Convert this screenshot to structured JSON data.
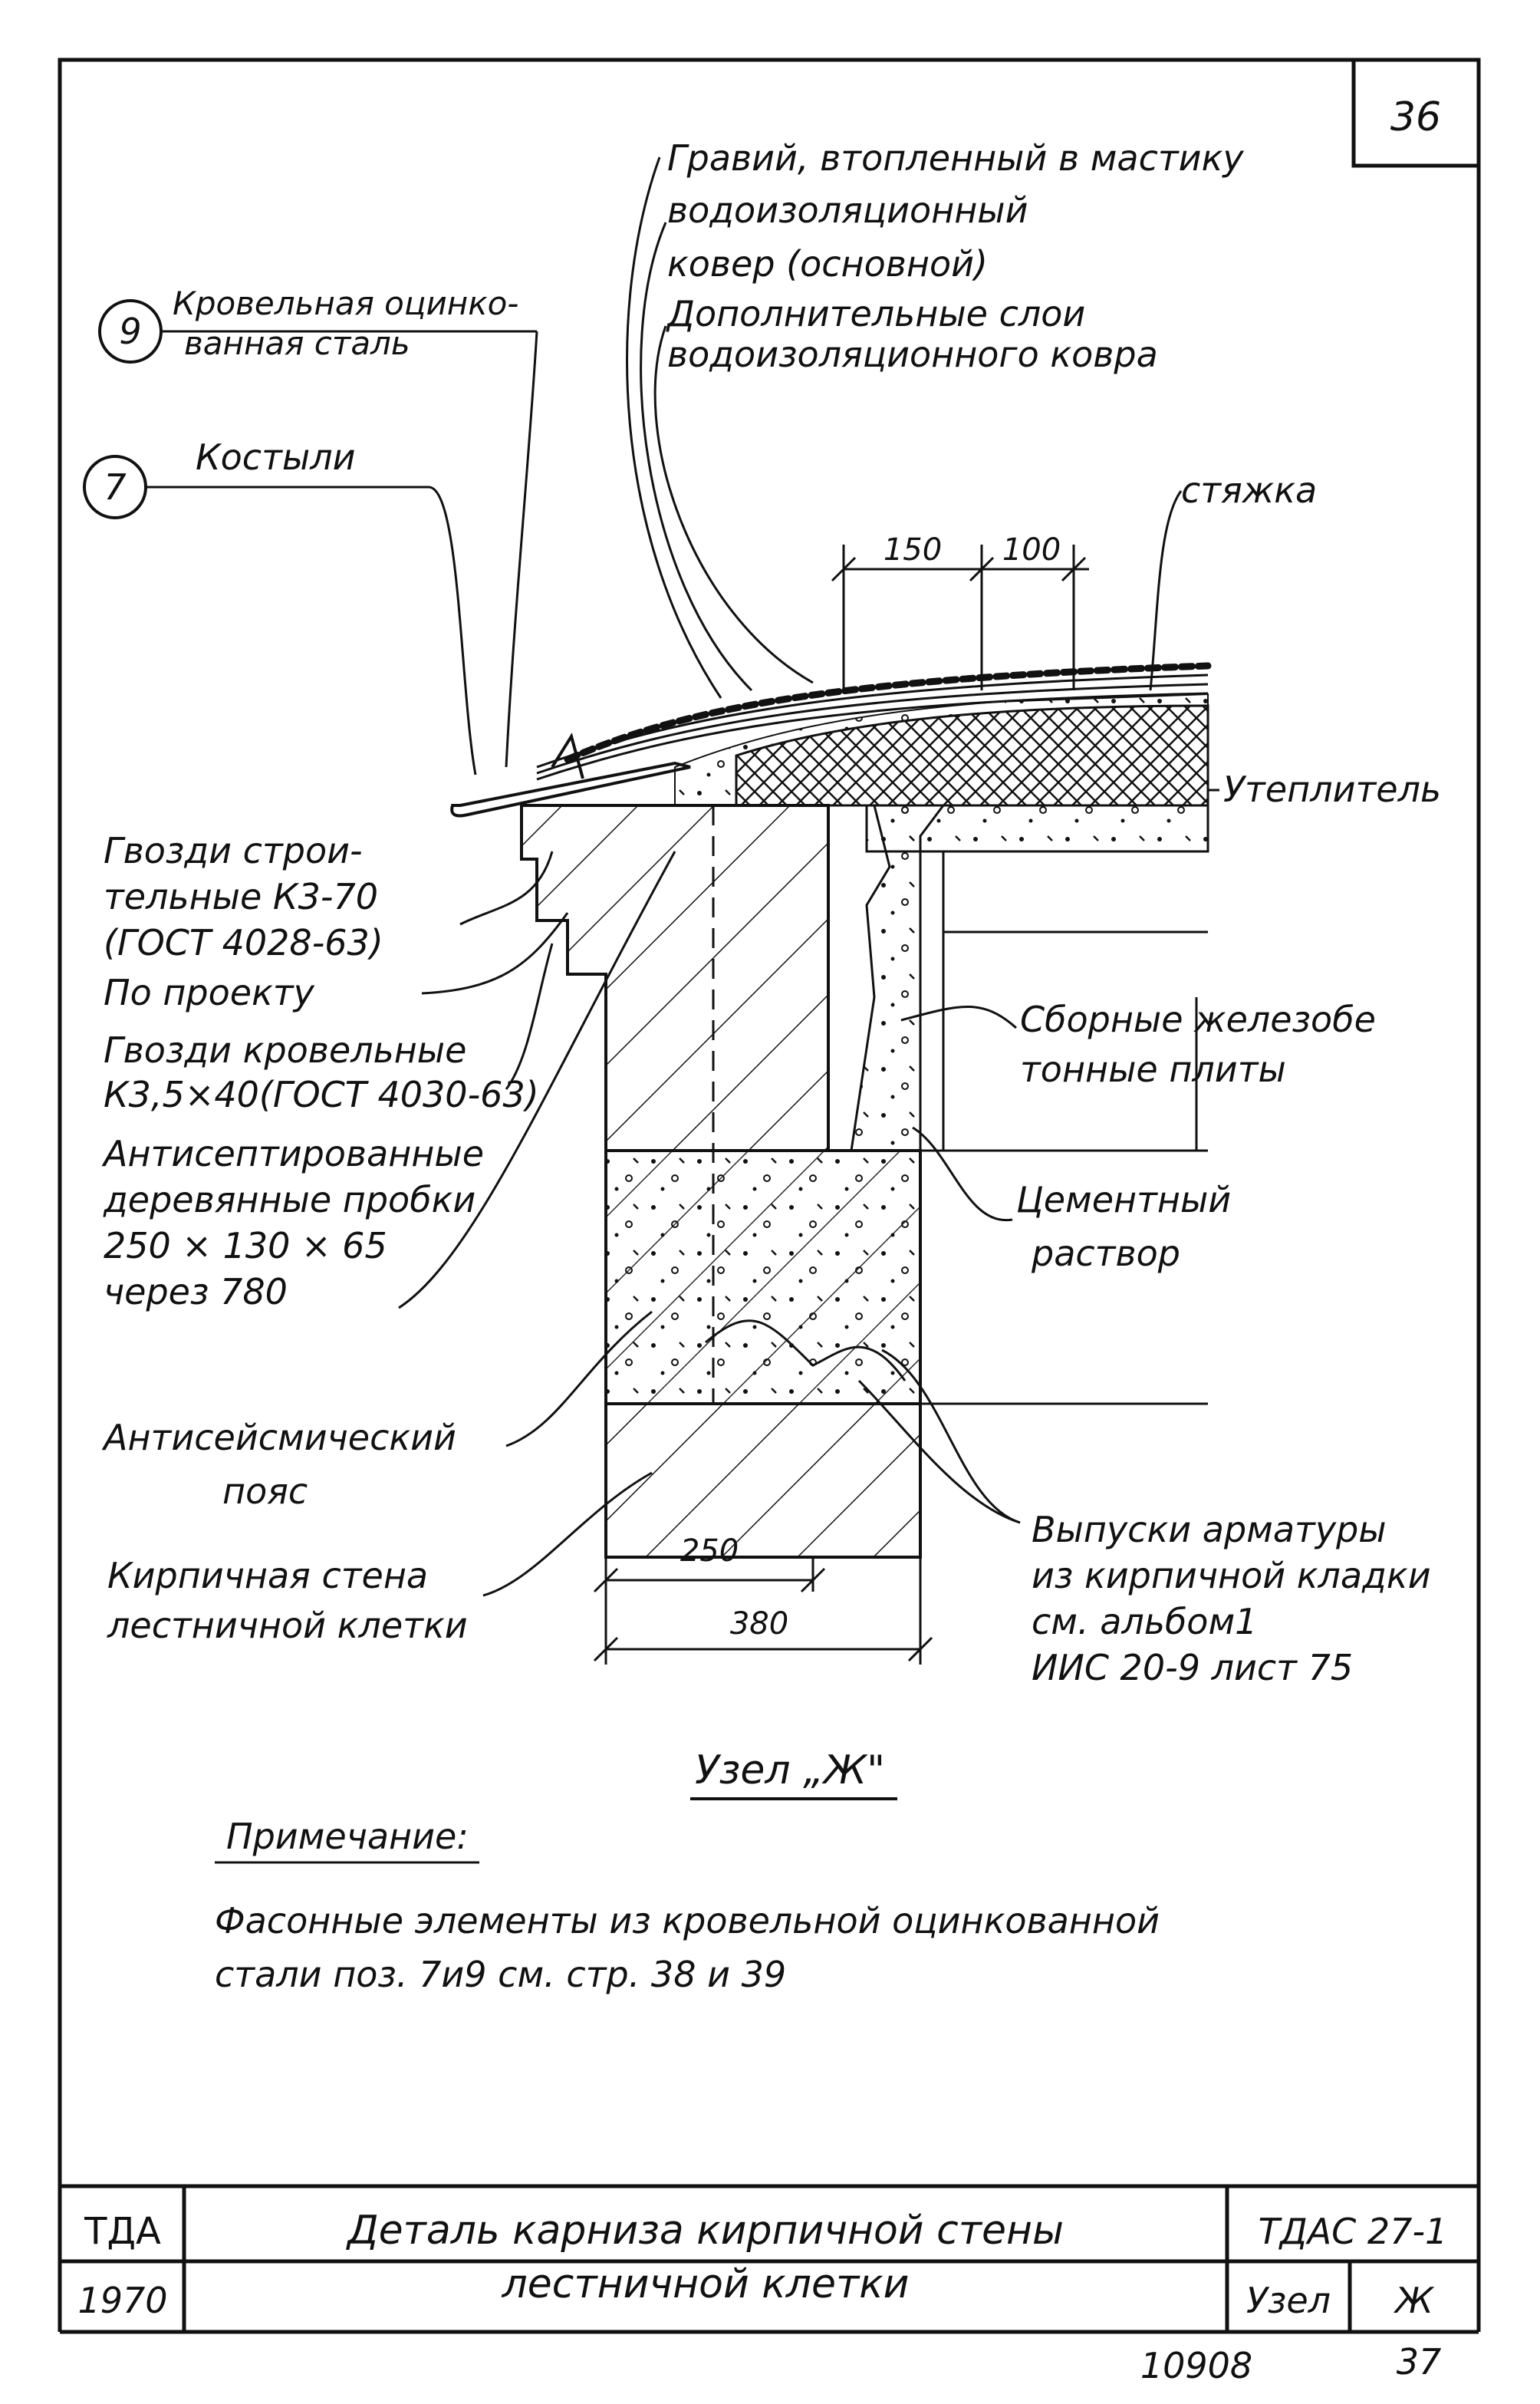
{
  "sheet": {
    "page_number": "36",
    "bottom_left_code": "ТДА",
    "bottom_left_year": "1970",
    "title_line1": "Деталь карниза кирпичной стены",
    "title_line2": "лестничной клетки",
    "doc_code": "ТДАС 27-1",
    "node_label": "Узел",
    "node_letter": "Ж",
    "inventory_number": "10908",
    "sheet_number": "37"
  },
  "drawing": {
    "node_caption": "Узел „Ж\"",
    "callouts": {
      "c9": "9",
      "c7": "7"
    },
    "labels": {
      "gravel": "Гравий, втопленный в мастику",
      "carpet1": "водоизоляционный",
      "carpet2": "ковер (основной)",
      "extra1": "Дополнительные слои",
      "extra2": "водоизоляционного ковра",
      "steel1": "Кровельная оцинко-",
      "steel2": "ванная сталь",
      "crutches": "Костыли",
      "screed": "стяжка",
      "insulation": "Утеплитель",
      "nails1a": "Гвозди строи-",
      "nails1b": "тельные К3-70",
      "nails1c": "(ГОСТ 4028-63)",
      "by_project": "По проекту",
      "nails2a": "Гвозди кровельные",
      "nails2b": "К3,5×40(ГОСТ 4030-63)",
      "plugs1": "Антисептированные",
      "plugs2": "деревянные пробки",
      "plugs3": "250 × 130 × 65",
      "plugs4": "через 780",
      "slabs1": "Сборные железобе",
      "slabs2": "тонные плиты",
      "mortar1": "Цементный",
      "mortar2": "раствор",
      "belt1": "Антисейсмический",
      "belt2": "пояс",
      "wall1": "Кирпичная стена",
      "wall2": "лестничной клетки",
      "rebar1": "Выпуски арматуры",
      "rebar2": "из кирпичной кладки",
      "rebar3": "см. альбом1",
      "rebar4": "ИИС 20-9 лист 75"
    },
    "dimensions": {
      "d150": "150",
      "d100": "100",
      "d250": "250",
      "d380": "380"
    }
  },
  "note": {
    "heading": "Примечание:",
    "line1": "Фасонные элементы из кровельной оцинкованной",
    "line2": "стали поз. 7и9 см. стр. 38 и 39"
  }
}
